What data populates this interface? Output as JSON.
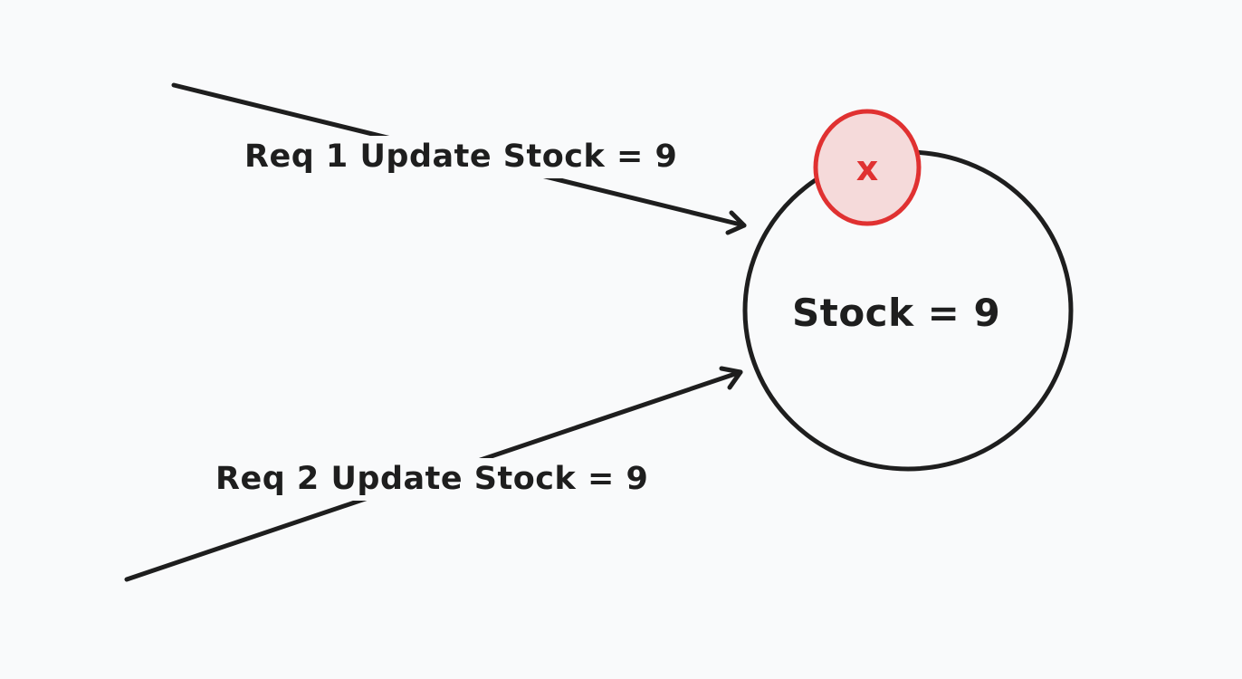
{
  "nodes": {
    "stock": {
      "label": "Stock = 9"
    },
    "error_badge": {
      "icon": "x-icon",
      "symbol": "x",
      "stroke": "#e03131",
      "fill": "#f5dada"
    }
  },
  "edges": [
    {
      "id": "req1",
      "label": "Req 1 Update Stock = 9",
      "to": "stock"
    },
    {
      "id": "req2",
      "label": "Req 2 Update Stock = 9",
      "to": "stock"
    }
  ],
  "colors": {
    "background": "#f9fafb",
    "stroke": "#1e1e1e",
    "error": "#e03131"
  }
}
